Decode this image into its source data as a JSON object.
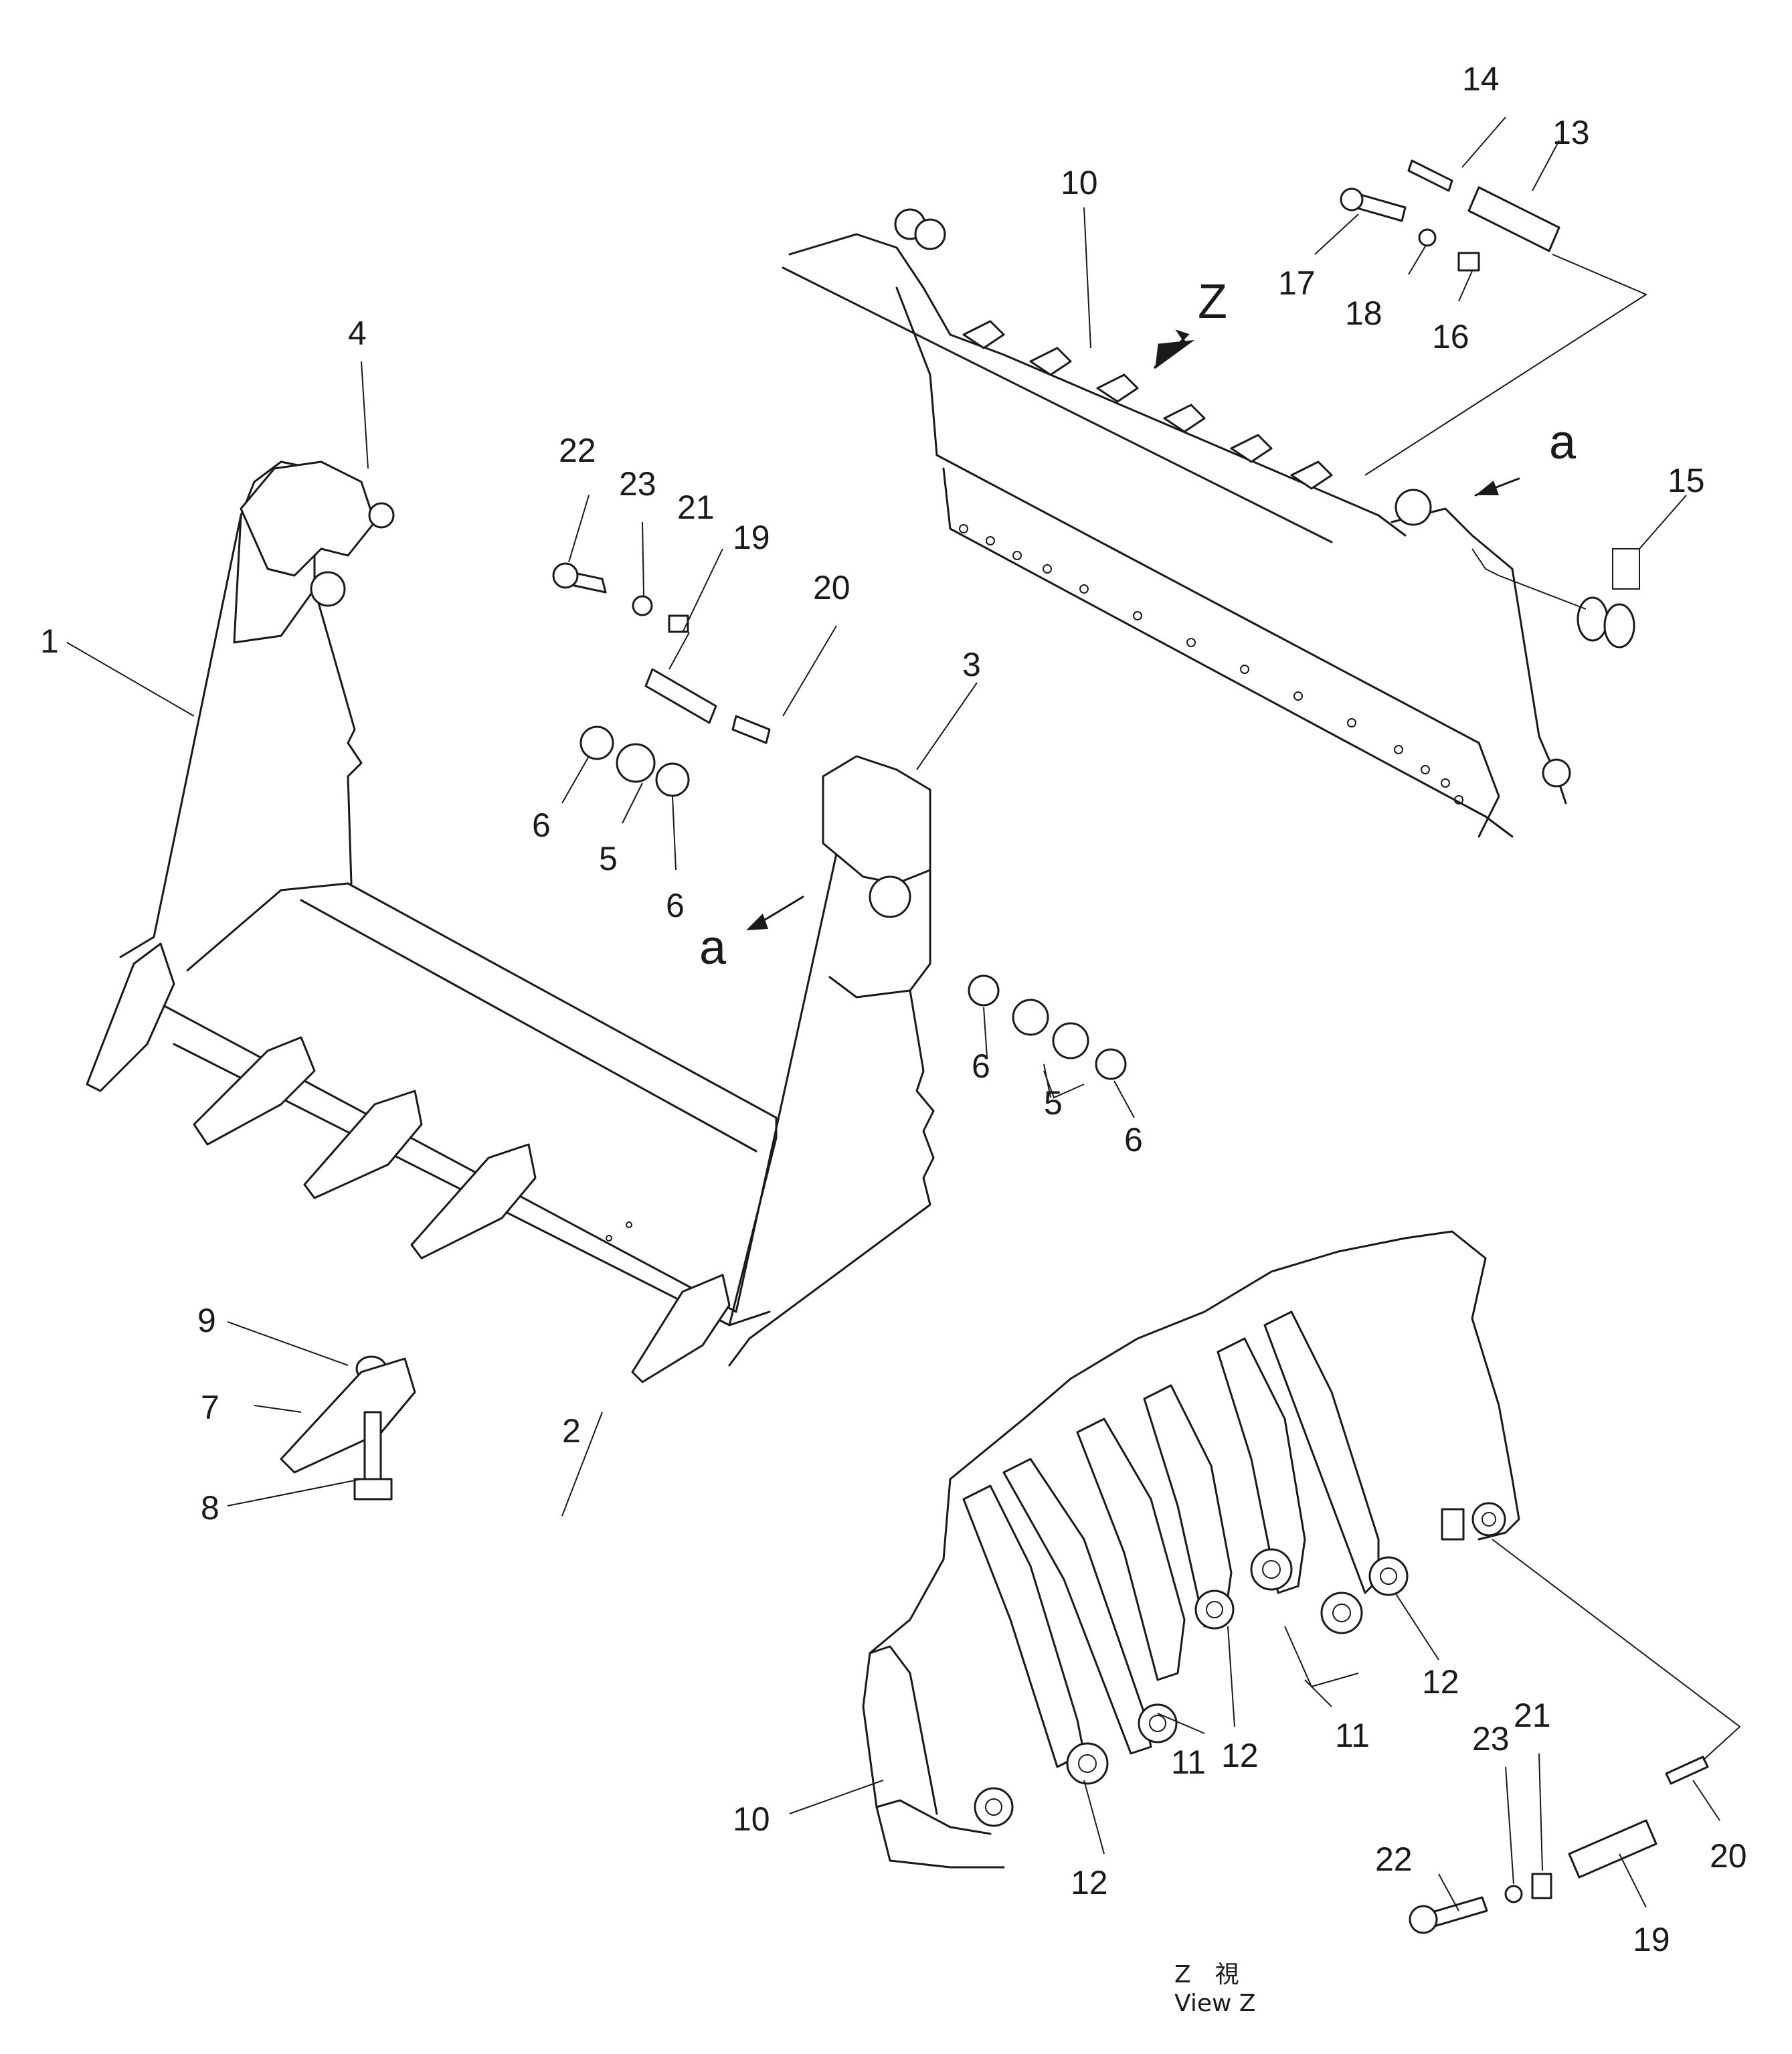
{
  "labels": {
    "p1": "1",
    "p2": "2",
    "p3": "3",
    "p4": "4",
    "p5a": "5",
    "p5b": "5",
    "p6a": "6",
    "p6b": "6",
    "p6c": "6",
    "p6d": "6",
    "p7": "7",
    "p8": "8",
    "p9": "9",
    "p10a": "10",
    "p10b": "10",
    "p11a": "11",
    "p11b": "11",
    "p12a": "12",
    "p12b": "12",
    "p12c": "12",
    "p13": "13",
    "p14": "14",
    "p15": "15",
    "p16": "16",
    "p17": "17",
    "p18": "18",
    "p19a": "19",
    "p19b": "19",
    "p20a": "20",
    "p20b": "20",
    "p21a": "21",
    "p21b": "21",
    "p22a": "22",
    "p22b": "22",
    "p23a": "23",
    "p23b": "23"
  },
  "markers": {
    "view_arrow": "Z",
    "section_a1": "a",
    "section_a2": "a"
  },
  "caption": {
    "line1": "Z　視",
    "line2": "View Z"
  }
}
